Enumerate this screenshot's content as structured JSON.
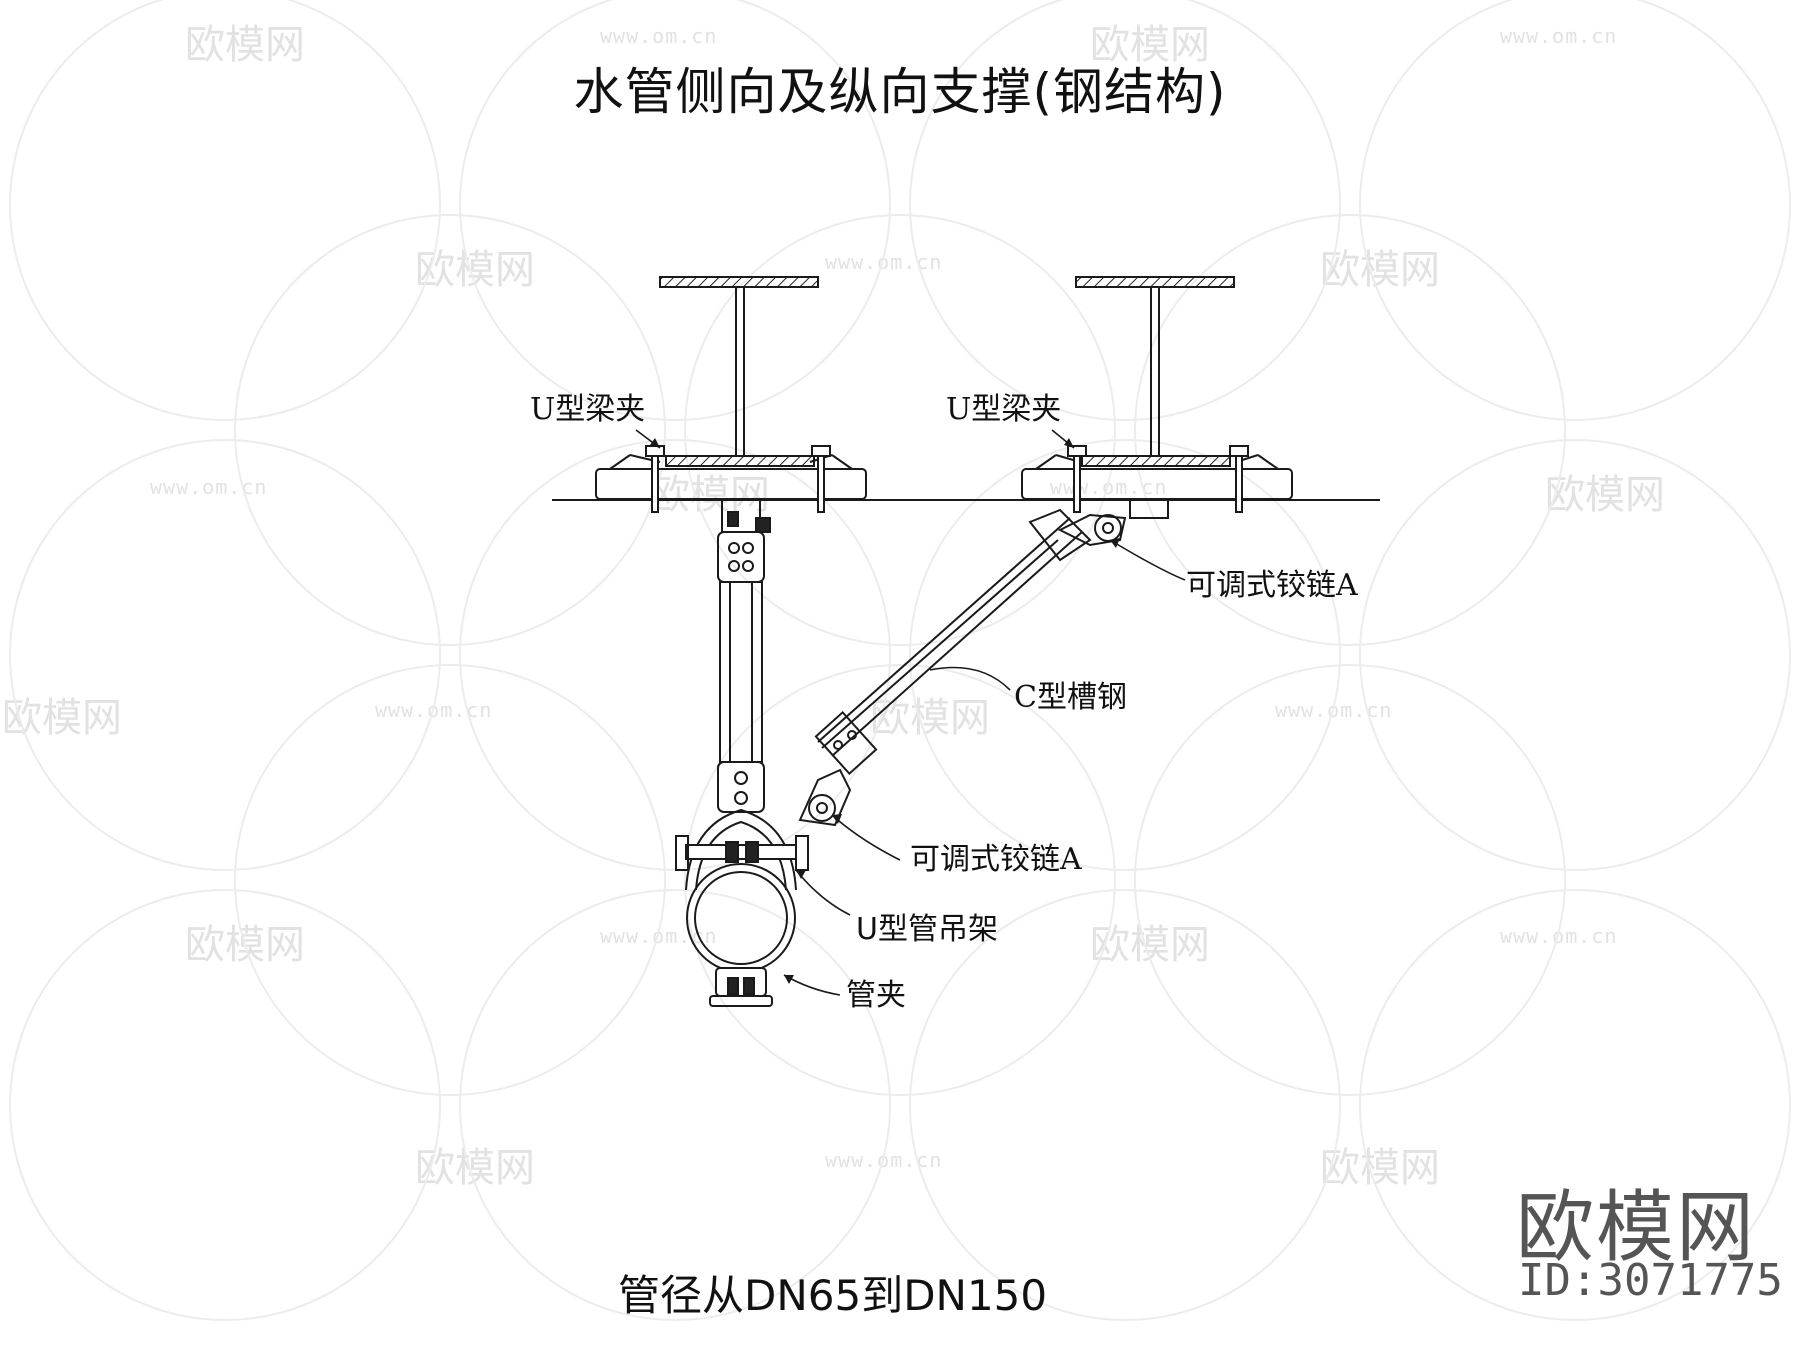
{
  "title": "水管侧向及纵向支撑(钢结构)",
  "labels": {
    "u_beam_clamp_left": "U型梁夹",
    "u_beam_clamp_right": "U型梁夹",
    "hinge_top": "可调式铰链A",
    "c_channel": "C型槽钢",
    "hinge_bottom": "可调式铰链A",
    "u_pipe_hanger": "U型管吊架",
    "pipe_clamp": "管夹"
  },
  "footer": "管径从DN65到DN150",
  "watermark": {
    "logo_text": "欧模网",
    "id_text": "ID:3071775",
    "url_text": "www.om.cn"
  }
}
